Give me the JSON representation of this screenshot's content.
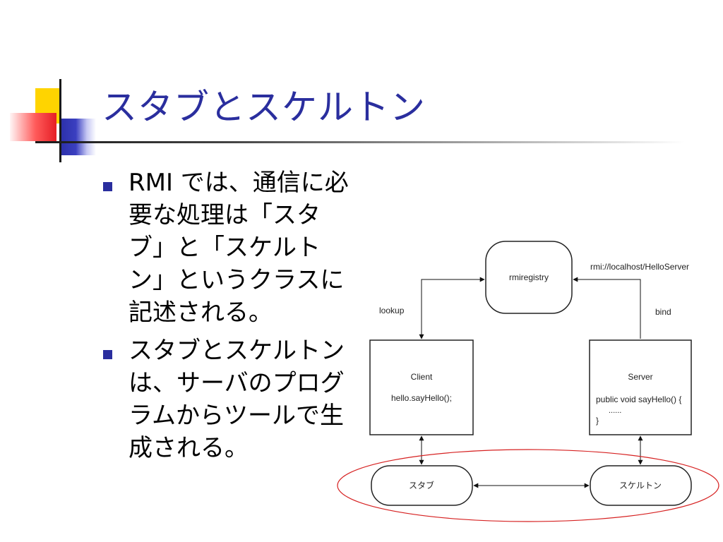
{
  "slide": {
    "title": "スタブとスケルトン",
    "bullets": [
      {
        "text": "RMI では、通信に必要な処理は「スタブ」と「スケルトン」というクラスに記述される。"
      },
      {
        "text": "スタブとスケルトンは、サーバのプログラムからツールで生成される。"
      }
    ]
  },
  "diagram": {
    "nodes": {
      "rmiregistry": "rmiregistry",
      "client_title": "Client",
      "client_code": "hello.sayHello();",
      "server_title": "Server",
      "server_code": [
        "public void sayHello() {",
        "......",
        "}"
      ],
      "stub": "スタブ",
      "skeleton": "スケルトン"
    },
    "edge_labels": {
      "lookup": "lookup",
      "bind": "bind",
      "registry_url": "rmi://localhost/HelloServer"
    }
  },
  "colors": {
    "title": "#2a2e9e",
    "bullet": "#2a2e9e",
    "highlight_ellipse": "#d62020"
  }
}
